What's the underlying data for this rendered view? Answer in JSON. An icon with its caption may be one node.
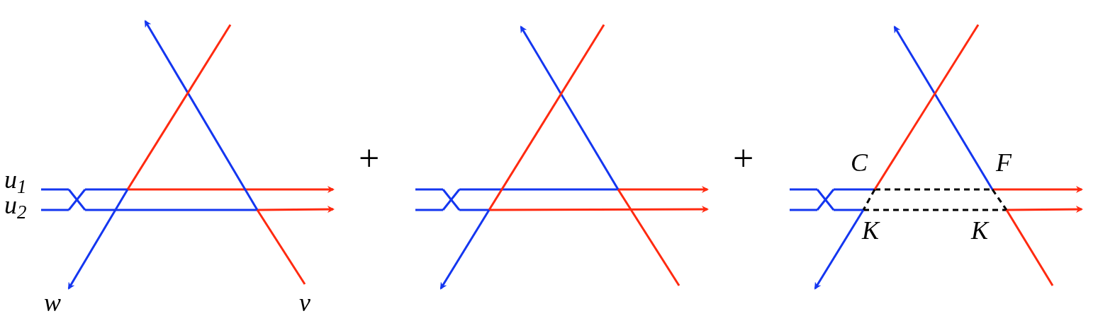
{
  "diagram": {
    "labels": [
      "u$_{1}$",
      "u$_{2}$",
      "w",
      "v",
      "+",
      "+",
      "C",
      "F",
      "K",
      "K"
    ]
  }
}
